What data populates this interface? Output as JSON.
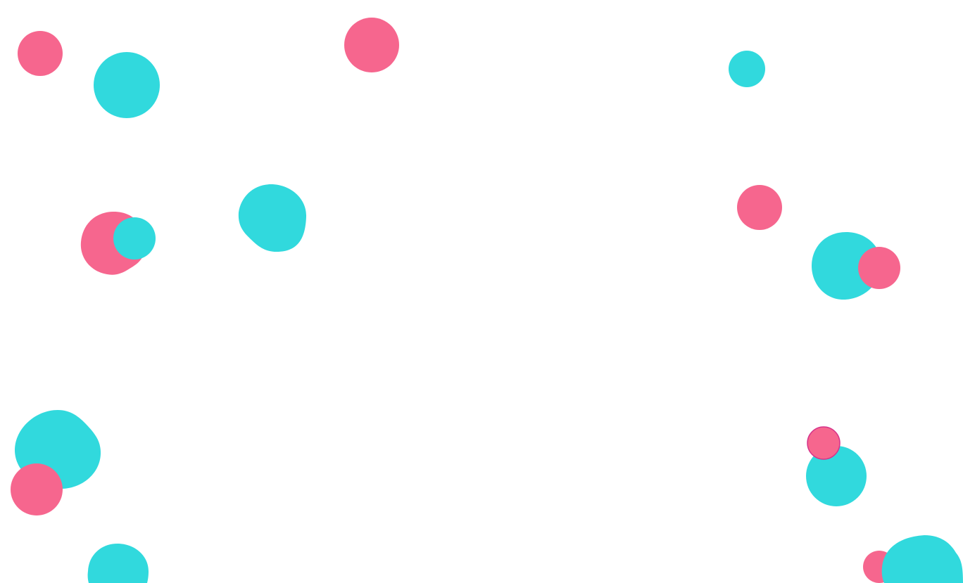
{
  "scene": {
    "background": "#ffffff",
    "colors": {
      "pink": "#f6668e",
      "cyan": "#31d9dd",
      "pink_outline": "#d6338a"
    },
    "dots": [
      {
        "id": "dot-1",
        "color": "pink"
      },
      {
        "id": "dot-2",
        "color": "cyan"
      },
      {
        "id": "dot-3",
        "color": "pink"
      },
      {
        "id": "dot-4",
        "color": "cyan"
      },
      {
        "id": "dot-5",
        "color": "pink"
      },
      {
        "id": "dot-6",
        "color": "cyan"
      },
      {
        "id": "dot-7",
        "color": "cyan"
      },
      {
        "id": "dot-8",
        "color": "pink"
      },
      {
        "id": "dot-9",
        "color": "cyan"
      },
      {
        "id": "dot-10",
        "color": "pink"
      },
      {
        "id": "dot-11",
        "color": "cyan"
      },
      {
        "id": "dot-12",
        "color": "pink"
      },
      {
        "id": "dot-13",
        "color": "cyan"
      },
      {
        "id": "dot-14",
        "color": "cyan"
      },
      {
        "id": "dot-15",
        "color": "pink"
      },
      {
        "id": "dot-16",
        "color": "pink"
      },
      {
        "id": "dot-17",
        "color": "cyan"
      }
    ]
  }
}
